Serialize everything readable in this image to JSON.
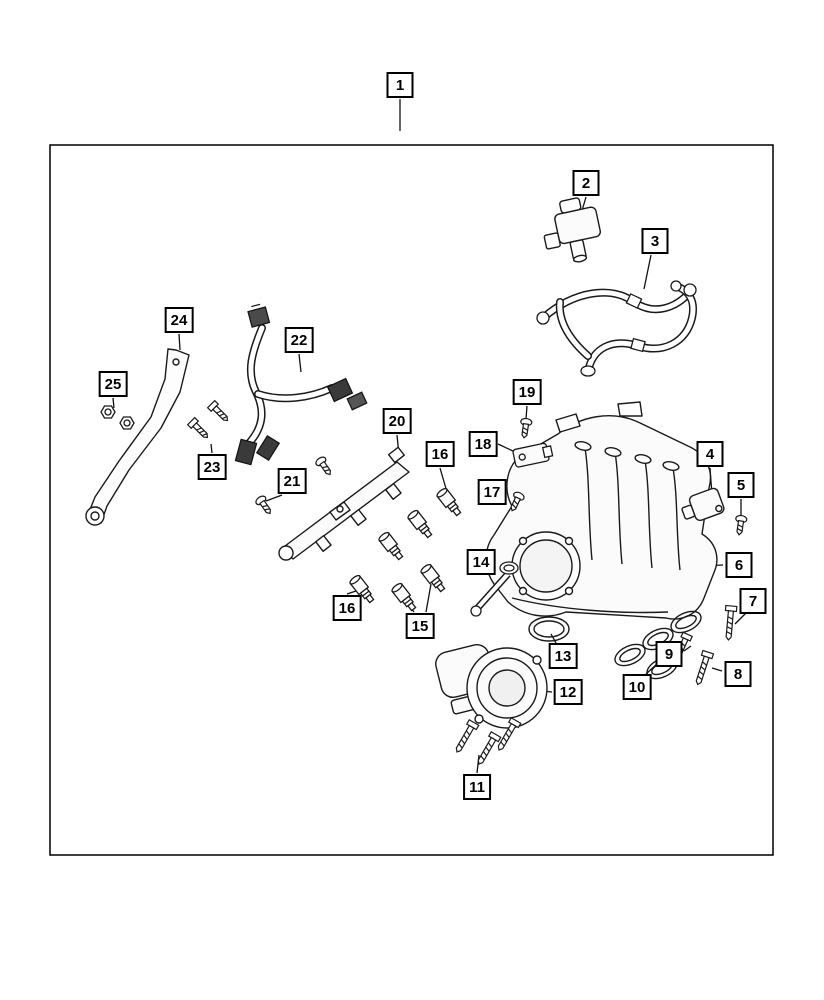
{
  "diagram": {
    "type": "exploded-parts-diagram",
    "style": {
      "background": "#ffffff",
      "line_color": "#1a1a1a",
      "callout_border": "#000000"
    },
    "callouts": [
      {
        "label": "1"
      },
      {
        "label": "2"
      },
      {
        "label": "3"
      },
      {
        "label": "4"
      },
      {
        "label": "5"
      },
      {
        "label": "6"
      },
      {
        "label": "7"
      },
      {
        "label": "8"
      },
      {
        "label": "9"
      },
      {
        "label": "10"
      },
      {
        "label": "11"
      },
      {
        "label": "12"
      },
      {
        "label": "13"
      },
      {
        "label": "14"
      },
      {
        "label": "15"
      },
      {
        "label": "16"
      },
      {
        "label": "16"
      },
      {
        "label": "17"
      },
      {
        "label": "18"
      },
      {
        "label": "19"
      },
      {
        "label": "20"
      },
      {
        "label": "21"
      },
      {
        "label": "22"
      },
      {
        "label": "23"
      },
      {
        "label": "24"
      },
      {
        "label": "25"
      }
    ],
    "drawing_elements": [
      "intake-manifold",
      "fuel-rail",
      "fuel-injectors",
      "throttle-body",
      "wiring-harness",
      "mounting-bracket",
      "hose-assembly",
      "solenoid",
      "gasket-rings",
      "o-ring",
      "sensors",
      "bolts",
      "screws",
      "nuts"
    ]
  }
}
